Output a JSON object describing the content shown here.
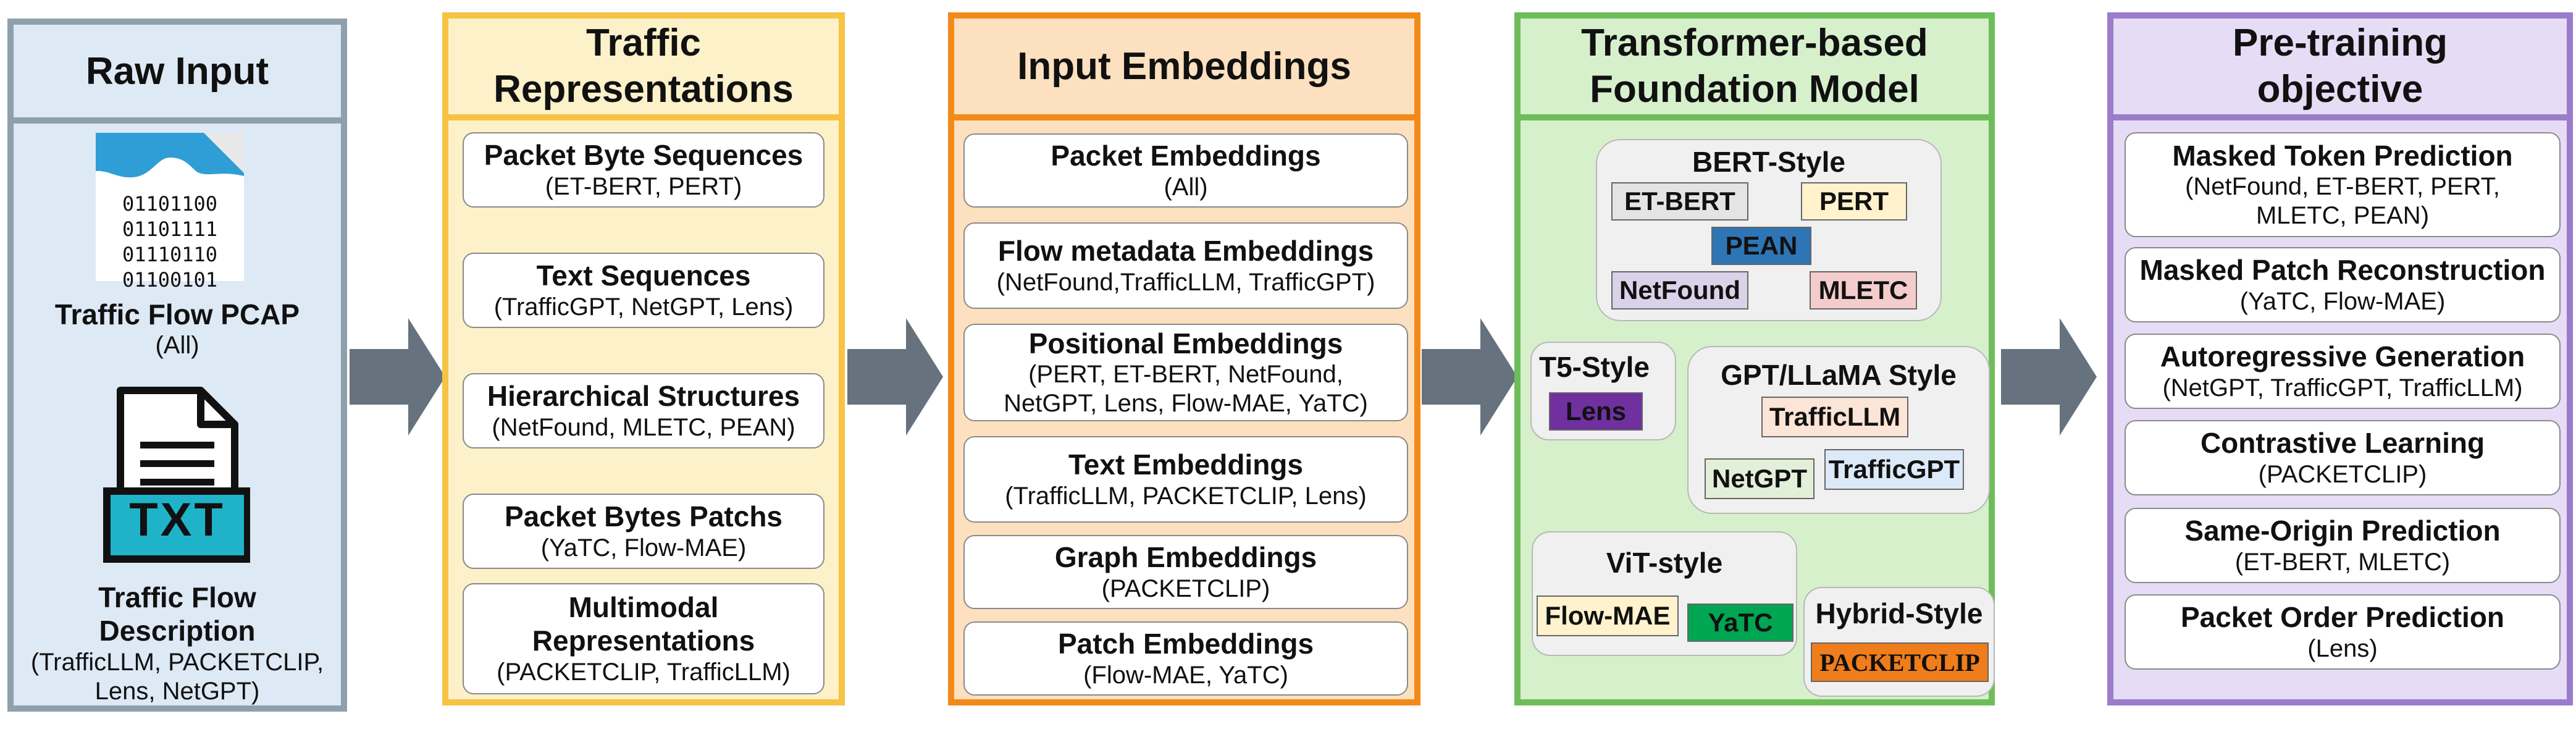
{
  "stages": {
    "raw": {
      "title": "Raw Input",
      "pcap_bits": [
        "01101100",
        "01101111",
        "01110110",
        "01100101"
      ],
      "pcap_title": "Traffic Flow PCAP",
      "pcap_sub": "(All)",
      "txt_label": "TXT",
      "desc_title_1": "Traffic Flow",
      "desc_title_2": "Description",
      "desc_sub_1": "(TrafficLLM, PACKETCLIP,",
      "desc_sub_2": "Lens, NetGPT)"
    },
    "rep": {
      "title_1": "Traffic",
      "title_2": "Representations",
      "items": [
        {
          "title": "Packet Byte Sequences",
          "sub": "(ET-BERT, PERT)"
        },
        {
          "title": "Text Sequences",
          "sub": "(TrafficGPT, NetGPT, Lens)"
        },
        {
          "title": "Hierarchical Structures",
          "sub": "(NetFound, MLETC, PEAN)"
        },
        {
          "title": "Packet Bytes Patchs",
          "sub": "(YaTC, Flow-MAE)"
        },
        {
          "title": "Multimodal Representations",
          "sub": "(PACKETCLIP, TrafficLLM)"
        }
      ]
    },
    "emb": {
      "title": "Input Embeddings",
      "items": [
        {
          "title": "Packet Embeddings",
          "sub": "(All)"
        },
        {
          "title": "Flow metadata Embeddings",
          "sub": "(NetFound,TrafficLLM, TrafficGPT)"
        },
        {
          "title": "Positional Embeddings",
          "sub": "(PERT, ET-BERT, NetFound,",
          "sub2": "NetGPT, Lens, Flow-MAE, YaTC)"
        },
        {
          "title": "Text Embeddings",
          "sub": "(TrafficLLM, PACKETCLIP, Lens)"
        },
        {
          "title": "Graph Embeddings",
          "sub": "(PACKETCLIP)"
        },
        {
          "title": "Patch Embeddings",
          "sub": "(Flow-MAE, YaTC)"
        }
      ]
    },
    "model": {
      "title_1": "Transformer-based",
      "title_2": "Foundation Model",
      "bert": {
        "title": "BERT-Style",
        "chips": [
          "ET-BERT",
          "PERT",
          "PEAN",
          "NetFound",
          "MLETC"
        ]
      },
      "t5": {
        "title": "T5-Style",
        "chips": [
          "Lens"
        ]
      },
      "gpt": {
        "title": "GPT/LLaMA Style",
        "chips": [
          "TrafficLLM",
          "NetGPT",
          "TrafficGPT"
        ]
      },
      "vit": {
        "title": "ViT-style",
        "chips": [
          "Flow-MAE",
          "YaTC"
        ]
      },
      "hybrid": {
        "title": "Hybrid-Style",
        "chips": [
          "PACKETCLIP"
        ]
      }
    },
    "obj": {
      "title_1": "Pre-training",
      "title_2": "objective",
      "items": [
        {
          "title": "Masked Token Prediction",
          "sub": "(NetFound, ET-BERT, PERT,",
          "sub2": "MLETC, PEAN)"
        },
        {
          "title": "Masked Patch Reconstruction",
          "sub": "(YaTC, Flow-MAE)"
        },
        {
          "title": "Autoregressive Generation",
          "sub": "(NetGPT, TrafficGPT, TrafficLLM)"
        },
        {
          "title": "Contrastive Learning",
          "sub": "(PACKETCLIP)"
        },
        {
          "title": "Same-Origin Prediction",
          "sub": "(ET-BERT, MLETC)"
        },
        {
          "title": "Packet Order Prediction",
          "sub": "(Lens)"
        }
      ]
    }
  },
  "colors": {
    "raw_border": "#8fa0ad",
    "raw_fill": "#dde9f5",
    "rep_border": "#f6c343",
    "rep_fill": "#fdf1c9",
    "emb_border": "#f28a1a",
    "emb_fill": "#fde0bf",
    "model_border": "#6dbd5a",
    "model_fill": "#d7f0cc",
    "obj_border": "#9b7ccb",
    "obj_fill": "#e6dcf5",
    "arrow": "#66727d"
  }
}
